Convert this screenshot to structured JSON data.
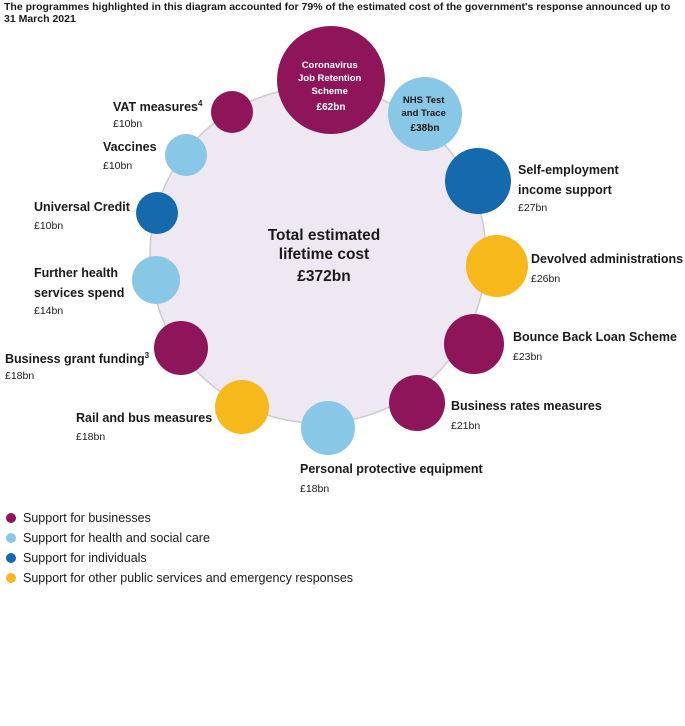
{
  "title": "The programmes highlighted in this diagram accounted for 79% of the estimated cost of the government's response announced up to 31 March 2021",
  "center": {
    "line1": "Total estimated",
    "line2": "lifetime cost",
    "value": "£372bn"
  },
  "colors": {
    "businesses": "#8e1559",
    "health": "#88c7e5",
    "individuals": "#1569ad",
    "other": "#f6b81b",
    "ring_fill": "#ede8f1",
    "ring_stroke": "#cccccc"
  },
  "items": [
    {
      "key": "cjrs",
      "label": "Coronavirus Job Retention Scheme",
      "value": "£62bn",
      "amount": 62,
      "category": "businesses"
    },
    {
      "key": "nhs",
      "label": "NHS Test and Trace",
      "value": "£38bn",
      "amount": 38,
      "category": "health"
    },
    {
      "key": "seiss",
      "label": "Self-employment income support",
      "value": "£27bn",
      "amount": 27,
      "category": "individuals"
    },
    {
      "key": "devolved",
      "label": "Devolved administrations",
      "value": "£26bn",
      "amount": 26,
      "category": "other"
    },
    {
      "key": "bbls",
      "label": "Bounce Back Loan Scheme",
      "value": "£23bn",
      "amount": 23,
      "category": "businesses"
    },
    {
      "key": "rates",
      "label": "Business rates measures",
      "value": "£21bn",
      "amount": 21,
      "category": "businesses"
    },
    {
      "key": "ppe",
      "label": "Personal protective equipment",
      "value": "£18bn",
      "amount": 18,
      "category": "health"
    },
    {
      "key": "rail",
      "label": "Rail and bus measures",
      "value": "£18bn",
      "amount": 18,
      "category": "other"
    },
    {
      "key": "grant",
      "label": "Business grant funding",
      "note": "3",
      "value": "£18bn",
      "amount": 18,
      "category": "businesses"
    },
    {
      "key": "further",
      "label": "Further health services spend",
      "value": "£14bn",
      "amount": 14,
      "category": "health"
    },
    {
      "key": "uc",
      "label": "Universal Credit",
      "value": "£10bn",
      "amount": 10,
      "category": "individuals"
    },
    {
      "key": "vaccines",
      "label": "Vaccines",
      "value": "£10bn",
      "amount": 10,
      "category": "health"
    },
    {
      "key": "vat",
      "label": "VAT measures",
      "note": "4",
      "value": "£10bn",
      "amount": 10,
      "category": "businesses"
    }
  ],
  "cjrs_lines": [
    "Coronavirus",
    "Job Retention",
    "Scheme"
  ],
  "nhs_lines": [
    "NHS Test",
    "and Trace"
  ],
  "seiss_lines": [
    "Self-employment",
    "income support"
  ],
  "further_lines": [
    "Further health",
    "services spend"
  ],
  "legend": [
    {
      "label": "Support for businesses",
      "category": "businesses"
    },
    {
      "label": "Support for health and social care",
      "category": "health"
    },
    {
      "label": "Support for individuals",
      "category": "individuals"
    },
    {
      "label": "Support for other public services and emergency responses",
      "category": "other"
    }
  ]
}
